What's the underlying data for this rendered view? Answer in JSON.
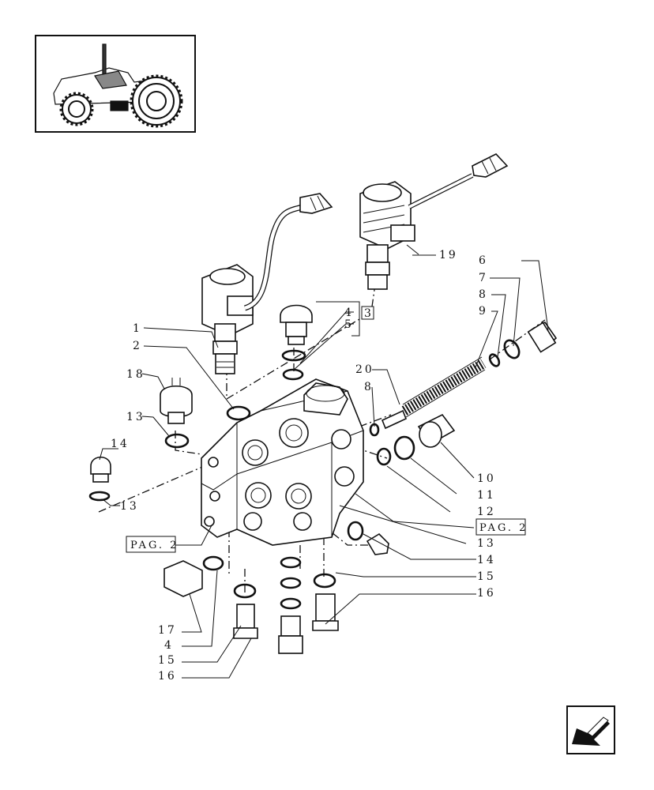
{
  "callouts": {
    "c1": "1",
    "c2": "2",
    "c3": "3",
    "c4a": "4",
    "c5": "5",
    "c6": "6",
    "c7": "7",
    "c8a": "8",
    "c9": "9",
    "c10": "10",
    "c11": "11",
    "c12": "12",
    "c13a": "13",
    "c13b": "13",
    "c13c": "13",
    "c14a": "14",
    "c14b": "14",
    "c15a": "15",
    "c15b": "15",
    "c16a": "16",
    "c16b": "16",
    "c17": "17",
    "c4b": "4",
    "c18": "18",
    "c19": "19",
    "c20": "20",
    "c8b": "8"
  },
  "page_refs": {
    "left": "PAG. 2",
    "right": "PAG. 2"
  },
  "icons": {
    "thumbnail": "tractor-thumbnail",
    "nav": "back-arrow-icon"
  }
}
